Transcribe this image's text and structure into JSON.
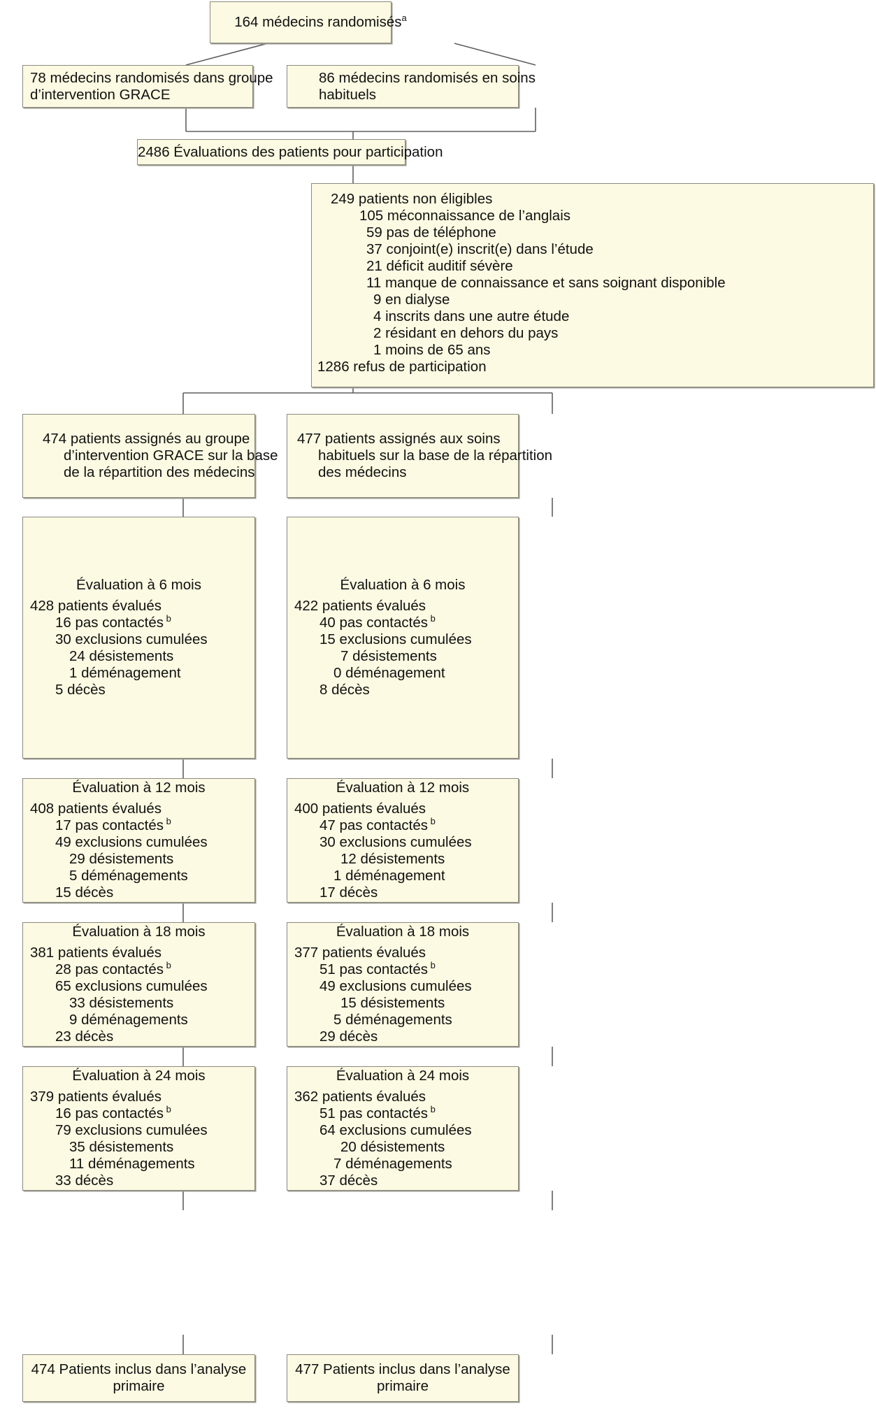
{
  "diagram": {
    "type": "CONSORT flow diagram",
    "language": "fr",
    "colors": {
      "box_fill": "#FCFAE2",
      "box_border": "#8c8a7e",
      "connector": "#5f5f5f",
      "text": "#111111"
    },
    "footnote_markers": [
      "a",
      "b"
    ]
  },
  "nodes": {
    "randomized_physicians": {
      "label": "164 médecins randomisés",
      "sup": "a"
    },
    "grace_physicians": {
      "line1": "78 médecins randomisés dans groupe",
      "line2": "d’intervention GRACE"
    },
    "usual_care_physicians": {
      "line1": "86 médecins randomisés en soins",
      "line2": "habituels"
    },
    "assessed": {
      "label": "2486 Évaluations des patients pour participation"
    },
    "excluded": {
      "lines": [
        "249 patients non éligibles",
        "105 méconnaissance de l’anglais",
        "59 pas de téléphone",
        "37 conjoint(e) inscrit(e) dans l’étude",
        "21 déficit auditif sévère",
        "11 manque de connaissance et sans soignant disponible",
        "9 en dialyse",
        "4 inscrits dans une autre étude",
        "2 résidant en dehors du pays",
        "1 moins de 65 ans",
        "1286 refus de participation"
      ]
    },
    "grace_assigned": {
      "line1": "474 patients assignés au groupe",
      "line2": "d’intervention GRACE sur la base",
      "line3": "de la répartition des médecins"
    },
    "usual_assigned": {
      "line1": "477 patients assignés aux soins",
      "line2": "habituels sur la base de la répartition",
      "line3": "des médecins"
    },
    "grace_final": {
      "line1": "474 Patients inclus dans l’analyse",
      "line2": "primaire"
    },
    "usual_final": {
      "line1": "477 Patients inclus dans l’analyse",
      "line2": "primaire"
    }
  },
  "followup": {
    "grace": [
      {
        "title": "Évaluation à 6 mois",
        "evaluated": "428 patients évalués",
        "not_contacted": "16 pas contactés",
        "not_contacted_sup": "b",
        "cumulative_exclusions": "30 exclusions cumulées",
        "withdrawals": "24 désistements",
        "moves": "1 déménagement",
        "deaths": "5 décès"
      },
      {
        "title": "Évaluation à 12 mois",
        "evaluated": "408 patients évalués",
        "not_contacted": "17 pas contactés",
        "not_contacted_sup": "b",
        "cumulative_exclusions": "49 exclusions cumulées",
        "withdrawals": "29 désistements",
        "moves": "5 déménagements",
        "deaths": "15 décès"
      },
      {
        "title": "Évaluation à 18 mois",
        "evaluated": "381 patients évalués",
        "not_contacted": "28 pas contactés",
        "not_contacted_sup": "b",
        "cumulative_exclusions": "65 exclusions cumulées",
        "withdrawals": "33 désistements",
        "moves": "9 déménagements",
        "deaths": "23 décès"
      },
      {
        "title": "Évaluation à 24 mois",
        "evaluated": "379 patients évalués",
        "not_contacted": "16 pas contactés",
        "not_contacted_sup": "b",
        "cumulative_exclusions": "79 exclusions cumulées",
        "withdrawals": "35 désistements",
        "moves": "11 déménagements",
        "deaths": "33 décès"
      }
    ],
    "usual": [
      {
        "title": "Évaluation à 6 mois",
        "evaluated": "422 patients évalués",
        "not_contacted": "40 pas contactés",
        "not_contacted_sup": "b",
        "cumulative_exclusions": "15 exclusions cumulées",
        "withdrawals": "7 désistements",
        "moves": "0 déménagement",
        "deaths": "8 décès"
      },
      {
        "title": "Évaluation à 12 mois",
        "evaluated": "400 patients évalués",
        "not_contacted": "47 pas contactés",
        "not_contacted_sup": "b",
        "cumulative_exclusions": "30 exclusions cumulées",
        "withdrawals": "12 désistements",
        "moves": "1 déménagement",
        "deaths": "17 décès"
      },
      {
        "title": "Évaluation à 18 mois",
        "evaluated": "377 patients évalués",
        "not_contacted": "51 pas contactés",
        "not_contacted_sup": "b",
        "cumulative_exclusions": "49 exclusions cumulées",
        "withdrawals": "15 désistements",
        "moves": "5 déménagements",
        "deaths": "29 décès"
      },
      {
        "title": "Évaluation à 24 mois",
        "evaluated": "362 patients évalués",
        "not_contacted": "51 pas contactés",
        "not_contacted_sup": "b",
        "cumulative_exclusions": "64 exclusions cumulées",
        "withdrawals": "20 désistements",
        "moves": "7 déménagements",
        "deaths": "37 décès"
      }
    ]
  }
}
